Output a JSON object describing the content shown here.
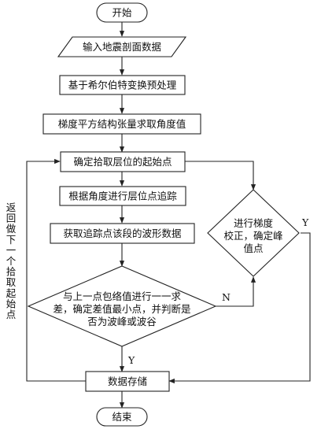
{
  "nodes": {
    "start": "开始",
    "input": "输入地震剖面数据",
    "hilbert": "基于希尔伯特变换预处理",
    "tensor": "梯度平方结构张量求取角度值",
    "start_point": "确定拾取层位的起始点",
    "trace": "根据角度进行层位点追踪",
    "waveform": "获取追踪点该段的波形数据",
    "compare": [
      "与上一点包络值进行一一求",
      "差，确定差值最小点，并判断是",
      "否为波峰或波谷"
    ],
    "correct": [
      "进行梯度",
      "校正，确定峰",
      "值点"
    ],
    "store": "数据存储",
    "end": "结束"
  },
  "labels": {
    "no": "N",
    "yes_down": "Y",
    "yes_right": "Y",
    "return": [
      "返",
      "回",
      "做",
      "下",
      "一",
      "个",
      "拾",
      "取",
      "起",
      "始",
      "点"
    ]
  }
}
